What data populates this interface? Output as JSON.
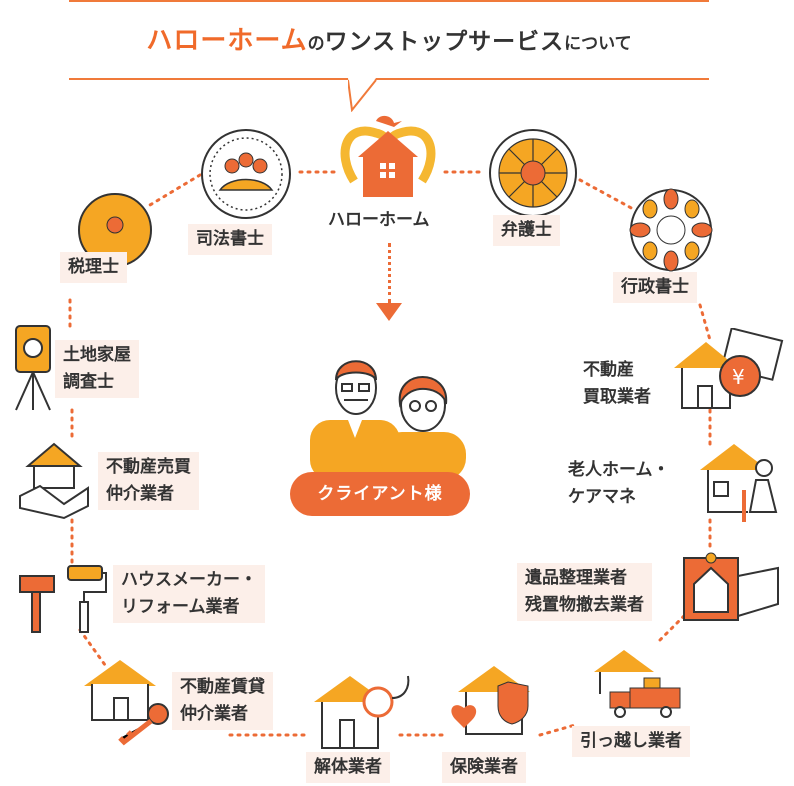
{
  "title": {
    "brand": "ハローホーム",
    "particle": "の",
    "service": "ワンストップサービス",
    "suffix": "について"
  },
  "center": {
    "hub_label": "ハローホーム",
    "client_label": "クライアント様"
  },
  "nodes": {
    "zeirishi": "税理士",
    "shihoshoshi": "司法書士",
    "bengoshi": "弁護士",
    "gyoseishoshi": "行政書士",
    "tochi_line1": "土地家屋",
    "tochi_line2": "調査士",
    "baibai_line1": "不動産売買",
    "baibai_line2": "仲介業者",
    "housemaker_line1": "ハウスメーカー・",
    "housemaker_line2": "リフォーム業者",
    "chintai_line1": "不動産賃貸",
    "chintai_line2": "仲介業者",
    "kaitai": "解体業者",
    "hoken": "保険業者",
    "hikkoshi": "引っ越し業者",
    "ihin_line1": "遺品整理業者",
    "ihin_line2": "残置物撤去業者",
    "rojin_line1": "老人ホーム・",
    "rojin_line2": "ケアマネ",
    "kaitori_line1": "不動産",
    "kaitori_line2": "買取業者"
  },
  "colors": {
    "accent": "#f06a2a",
    "orange": "#f5a623",
    "label_bg": "#fcefe9",
    "ink": "#2b2b2b"
  },
  "icons": [
    "sakura-emblem-icon",
    "scales-emblem-icon",
    "gyosei-emblem-icon",
    "zeirishi-emblem-icon",
    "shiho-emblem-icon",
    "surveyor-icon",
    "handshake-house-icon",
    "hammer-roller-icon",
    "house-key-icon",
    "demolition-icon",
    "insurance-house-icon",
    "moving-truck-icon",
    "gift-house-icon",
    "elder-house-icon",
    "yen-house-icon",
    "hello-home-logo-icon"
  ]
}
